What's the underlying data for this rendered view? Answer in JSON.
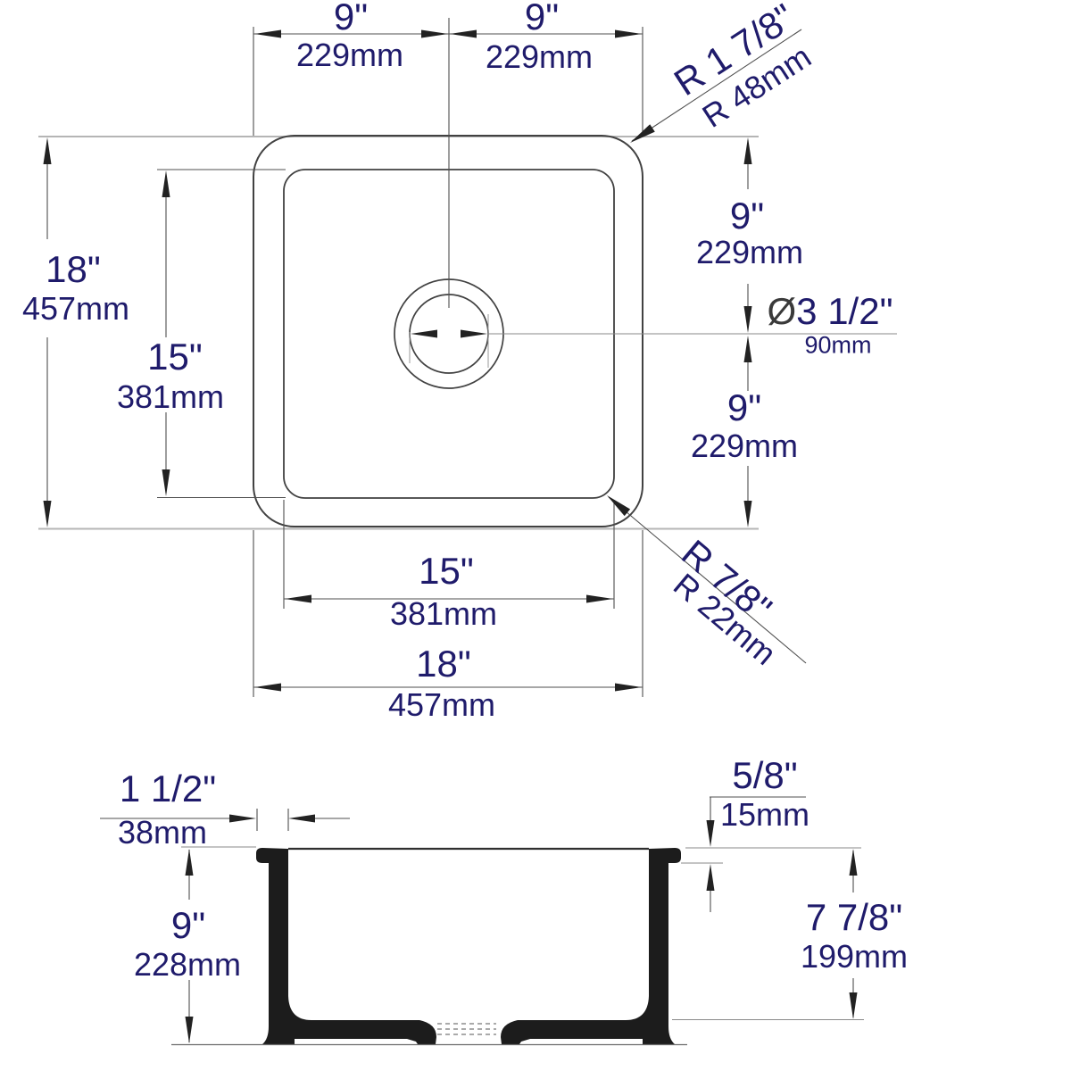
{
  "colors": {
    "label_text": "#1f1b6b",
    "drawing_line": "#414141",
    "dimension_line": "#4f4f4f",
    "extension_line_light": "#b5b5b5",
    "section_fill": "#1c1c1c",
    "diameter_symbol": "#3a3a3a",
    "background": "#ffffff"
  },
  "top_view": {
    "top_left_width": {
      "inch": "9\"",
      "mm": "229mm"
    },
    "top_right_width": {
      "inch": "9\"",
      "mm": "229mm"
    },
    "outer_corner_radius": {
      "inch": "R 1 7/8\"",
      "mm": "R 48mm"
    },
    "overall_height": {
      "inch": "18\"",
      "mm": "457mm"
    },
    "inner_height": {
      "inch": "15\"",
      "mm": "381mm"
    },
    "right_upper": {
      "inch": "9\"",
      "mm": "229mm"
    },
    "drain_diameter": {
      "symbol": "Ø",
      "inch": "3 1/2\"",
      "mm": "90mm"
    },
    "right_lower": {
      "inch": "9\"",
      "mm": "229mm"
    },
    "inner_corner_radius": {
      "inch": "R 7/8\"",
      "mm": "R 22mm"
    },
    "inner_width": {
      "inch": "15\"",
      "mm": "381mm"
    },
    "overall_width": {
      "inch": "18\"",
      "mm": "457mm"
    }
  },
  "section_view": {
    "rim_lip_width": {
      "inch": "1 1/2\"",
      "mm": "38mm"
    },
    "overall_depth": {
      "inch": "9\"",
      "mm": "228mm"
    },
    "rim_thickness": {
      "inch": "5/8\"",
      "mm": "15mm"
    },
    "bowl_depth": {
      "inch": "7 7/8\"",
      "mm": "199mm"
    }
  }
}
